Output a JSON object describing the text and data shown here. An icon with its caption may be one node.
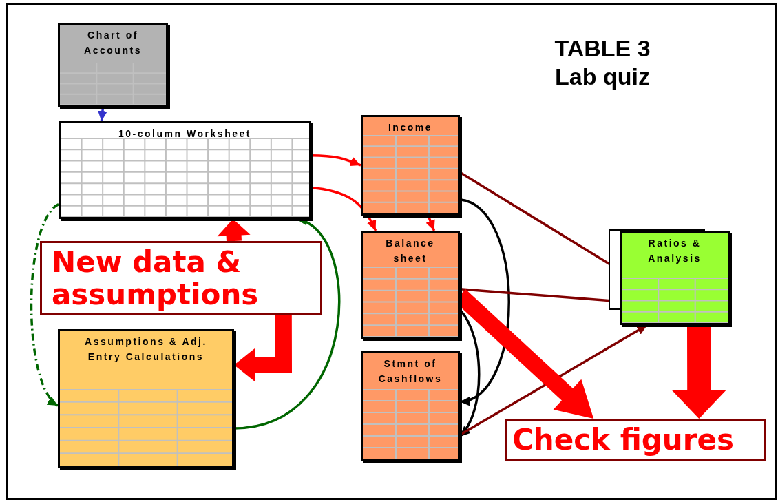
{
  "diagram": {
    "title": "TABLE 3 Lab quiz",
    "nodes": [
      {
        "text": [
          "Chart of Accounts"
        ]
      },
      {
        "text": [
          "10-column Worksheet"
        ]
      },
      {
        "text": [
          "New data & assumptions"
        ]
      },
      {
        "text": [
          "Assumptions & Adj. Entry Calculations"
        ]
      },
      {
        "text": [
          "Income"
        ]
      },
      {
        "text": [
          "Balance sheet"
        ]
      },
      {
        "text": [
          "Stmnt of Cashflows"
        ]
      },
      {
        "text": [
          "Ratios & Analysis"
        ]
      },
      {
        "text": [
          "Check figures"
        ]
      }
    ],
    "edges": [
      {
        "from": 0,
        "to": 1,
        "arrow": "to",
        "color": "#3333cc"
      },
      {
        "from": 1,
        "to": 4,
        "arrow": "to"
      },
      {
        "from": 1,
        "to": 5,
        "arrow": "to"
      },
      {
        "from": 4,
        "to": 5,
        "arrow": "to"
      },
      {
        "from": 4,
        "to": 6,
        "arrow": "to",
        "color": "#000000"
      },
      {
        "from": 5,
        "to": 6,
        "arrow": "to",
        "color": "#000000"
      },
      {
        "from": 4,
        "to": 7,
        "arrow": "to",
        "color": "#800000"
      },
      {
        "from": 5,
        "to": 7,
        "arrow": "to",
        "color": "#800000"
      },
      {
        "from": 6,
        "to": 7,
        "arrow": "to",
        "color": "#800000"
      },
      {
        "from": 2,
        "to": 1,
        "arrow": "to",
        "style": "thick"
      },
      {
        "from": 2,
        "to": 3,
        "arrow": "to",
        "style": "thick"
      },
      {
        "from": 5,
        "to": 8,
        "arrow": "to",
        "style": "thick"
      },
      {
        "from": 7,
        "to": 8,
        "arrow": "to",
        "style": "thick"
      },
      {
        "from": 1,
        "to": 3,
        "arrow": "to",
        "style": "dashed",
        "color": "#006600"
      },
      {
        "from": 3,
        "to": 1,
        "arrow": "to",
        "color": "#006600"
      }
    ]
  }
}
